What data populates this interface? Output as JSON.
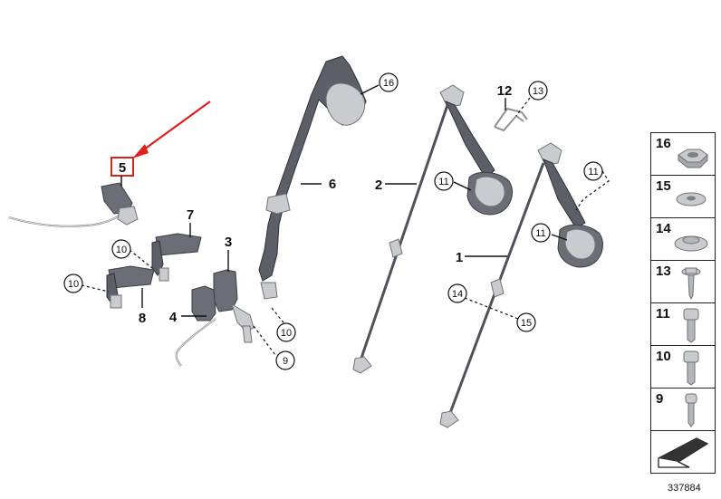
{
  "callouts": {
    "p1": "1",
    "p2": "2",
    "p3": "3",
    "p4": "4",
    "p5": "5",
    "p6": "6",
    "p7": "7",
    "p8": "8",
    "p12": "12",
    "c16": "16",
    "c13": "13",
    "c11a": "11",
    "c11b": "11",
    "c11c": "11",
    "c10a": "10",
    "c10b": "10",
    "c10c": "10",
    "c9": "9",
    "c14": "14",
    "c15": "15"
  },
  "highlight": {
    "part": "5",
    "color": "#e0201b"
  },
  "legend": [
    "16",
    "15",
    "14",
    "13",
    "11",
    "10",
    "9"
  ],
  "reference_number": "337884"
}
